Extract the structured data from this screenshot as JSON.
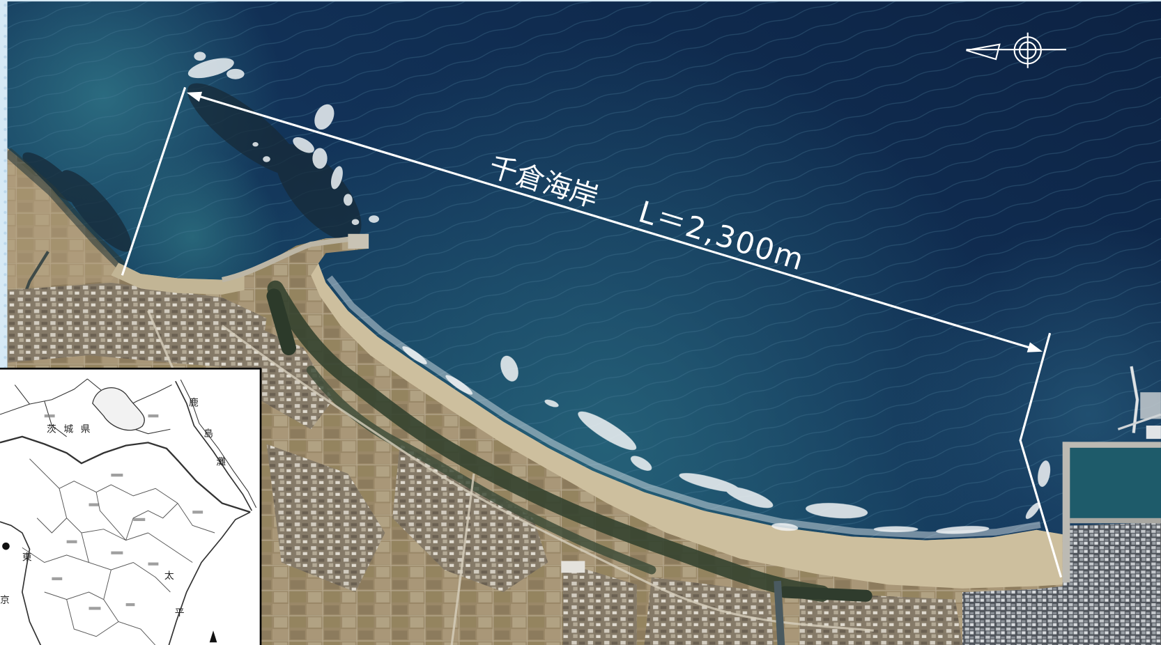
{
  "annotation": {
    "name": "千倉海岸",
    "length": "L＝2,300m"
  },
  "north_arrow": {
    "icon": "north-arrow-icon"
  },
  "inset_map": {
    "prefecture": "茨城県",
    "kashimanada": [
      "鹿",
      "島",
      "灘"
    ],
    "tokyo": [
      "東",
      "京"
    ],
    "pacific": [
      "太",
      "平"
    ]
  },
  "colors": {
    "frame": "#d6e9f5",
    "sea": "#0f2848",
    "shallow_sea": "#2a6c80",
    "land": "#9a8868",
    "beach": "#cdbf9e",
    "town": "#4e535a",
    "annotation": "#ffffff"
  }
}
